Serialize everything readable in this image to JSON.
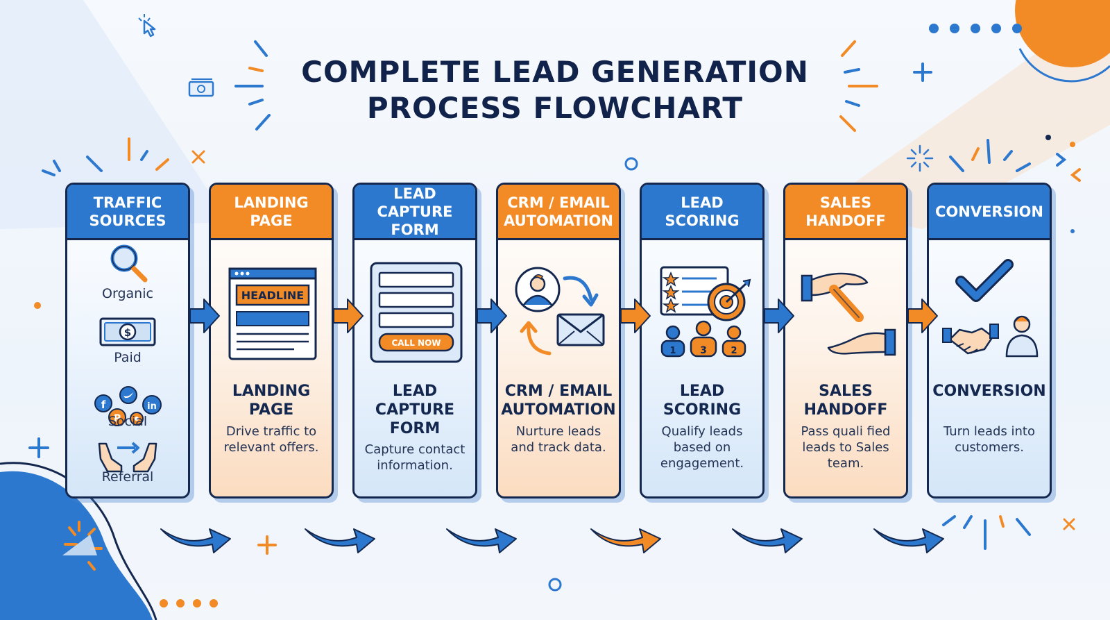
{
  "title": {
    "line1": "COMPLETE LEAD GENERATION",
    "line2": "PROCESS FLOWCHART"
  },
  "colors": {
    "navy": "#14284f",
    "blue": "#2c78cf",
    "orange": "#f28a26"
  },
  "steps": [
    {
      "header": "TRAFFIC\nSOURCES",
      "theme": "blue",
      "sources": [
        {
          "label": "Organic",
          "icon": "magnifier-icon"
        },
        {
          "label": "Paid",
          "icon": "dollar-bill-icon"
        },
        {
          "label": "Social",
          "icon": "social-media-icon"
        },
        {
          "label": "Referral",
          "icon": "referral-hands-icon"
        }
      ]
    },
    {
      "header": "LANDING\nPAGE",
      "theme": "orange",
      "icon": "webpage-icon",
      "icon_text": "HEADLINE",
      "name": "LANDING\nPAGE",
      "desc": "Drive traffic to relevant offers."
    },
    {
      "header": "LEAD CAPTURE\nFORM",
      "theme": "blue",
      "icon": "form-icon",
      "icon_text": "CALL NOW",
      "name": "LEAD\nCAPTURE\nFORM",
      "desc": "Capture contact information."
    },
    {
      "header": "CRM / EMAIL\nAUTOMATION",
      "theme": "orange",
      "icon": "crm-email-cycle-icon",
      "name": "CRM / EMAIL\nAUTOMATION",
      "desc": "Nurture leads and track data."
    },
    {
      "header": "LEAD\nSCORING",
      "theme": "blue",
      "icon": "scoring-target-icon",
      "icon_ranks": [
        "1",
        "3",
        "2"
      ],
      "name": "LEAD\nSCORING",
      "desc": "Qualify leads based on engagement."
    },
    {
      "header": "SALES\nHANDOFF",
      "theme": "orange",
      "icon": "handoff-hands-icon",
      "name": "SALES\nHANDOFF",
      "desc": "Pass quali fied leads to Sales team."
    },
    {
      "header": "CONVERSION",
      "theme": "blue",
      "icon": "checkmark-handshake-icon",
      "name": "CONVERSION",
      "desc": "Turn leads into customers."
    }
  ]
}
